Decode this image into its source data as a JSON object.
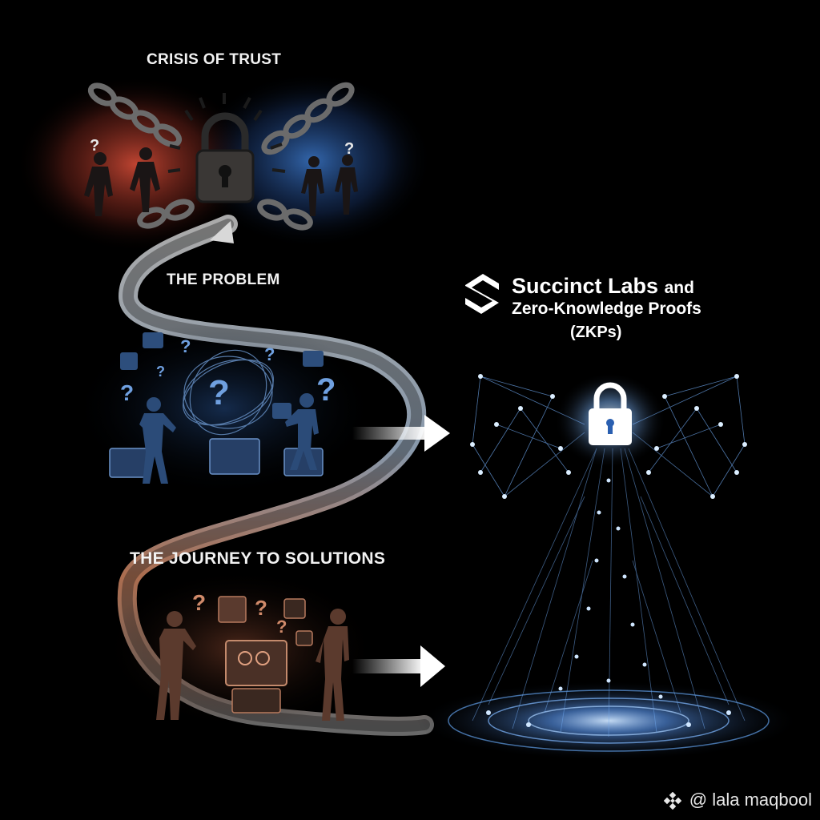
{
  "sections": {
    "crisis": "CRISIS OF TRUST",
    "problem": "THE PROBLEM",
    "journey": "THE JOURNEY TO SOLUTIONS"
  },
  "brand": {
    "name": "Succinct Labs",
    "connector": "and",
    "subtitle": "Zero-Knowledge Proofs",
    "abbr": "(ZKPs)"
  },
  "watermark": {
    "text": "@ lala maqbool"
  },
  "colors": {
    "background": "#000000",
    "warm": "#d9563a",
    "cool": "#3a7bd5",
    "glow": "#7fb8ff"
  }
}
